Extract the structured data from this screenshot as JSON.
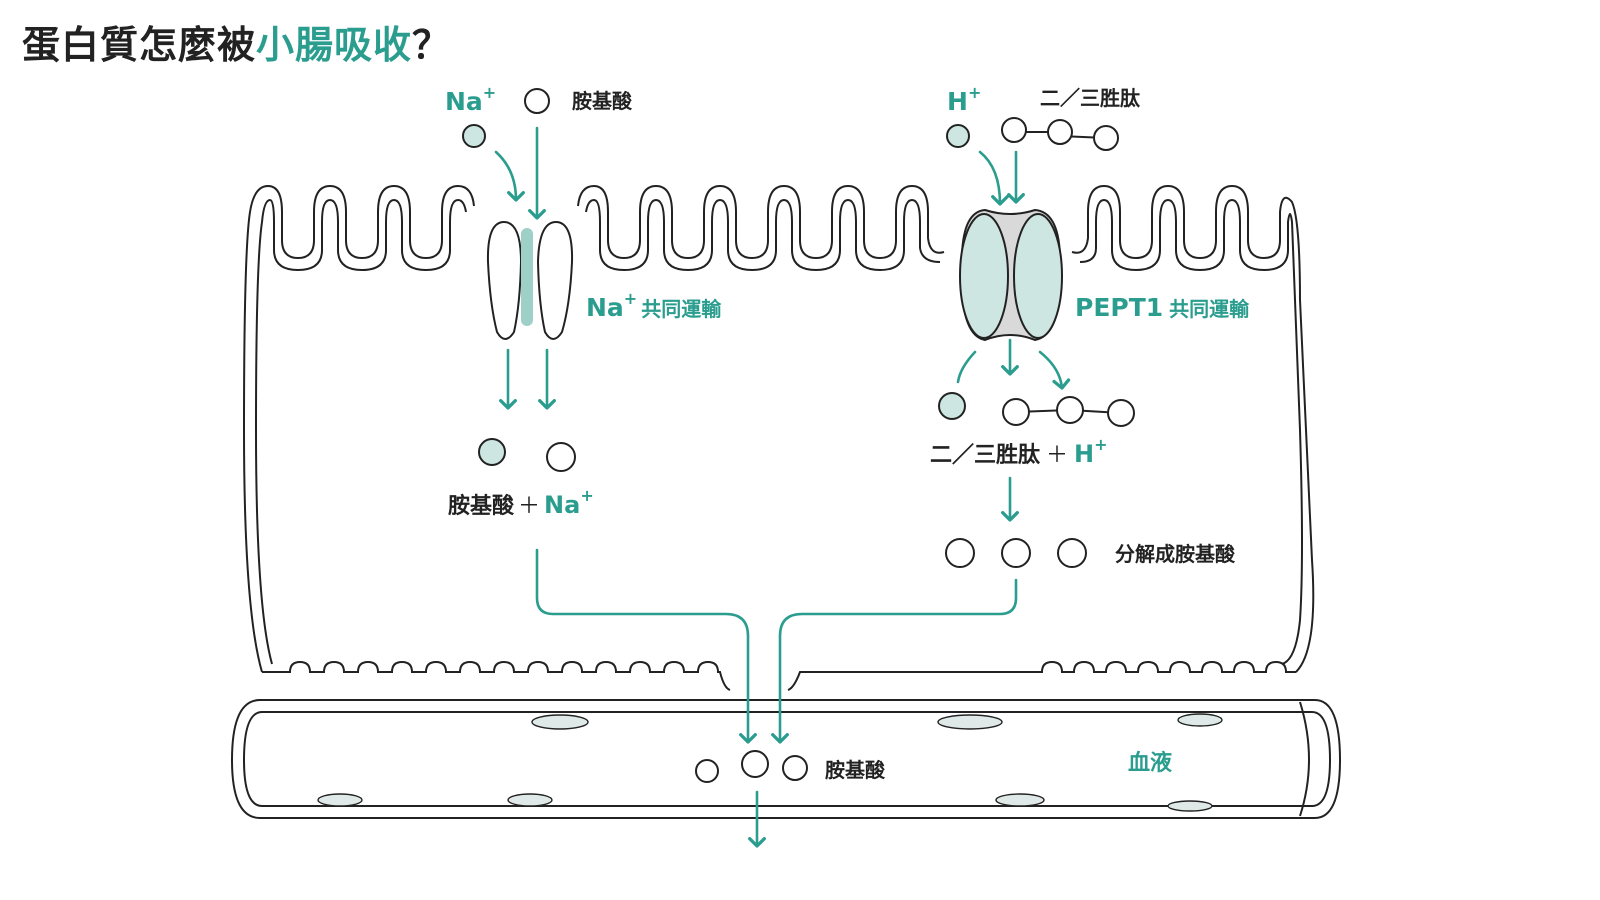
{
  "title": {
    "main": "蛋白質怎麼被",
    "highlight": "小腸吸收",
    "end": "？"
  },
  "labels": {
    "na_ion": "Na",
    "plus": "+",
    "amino_acid_top": "胺基酸",
    "h_ion": "H",
    "peptide_top": "二／三胜肽",
    "na_cotransport_na": "Na",
    "na_cotransport_text": "共同運輸",
    "pept1_name": "PEPT1",
    "pept1_text": "共同運輸",
    "amino_na_left": "胺基酸",
    "amino_na_sep": "＋",
    "amino_na_right": "Na",
    "peptide_h_left": "二／三胜肽",
    "peptide_h_sep": "＋",
    "peptide_h_right": "H",
    "break_down": "分解成胺基酸",
    "amino_blood": "胺基酸",
    "blood": "血液"
  },
  "colors": {
    "teal": "#2a9d8f",
    "teal_fill": "#cde6e2",
    "stroke": "#222222",
    "dark_text": "#222222",
    "gray": "#d9d9d9"
  }
}
